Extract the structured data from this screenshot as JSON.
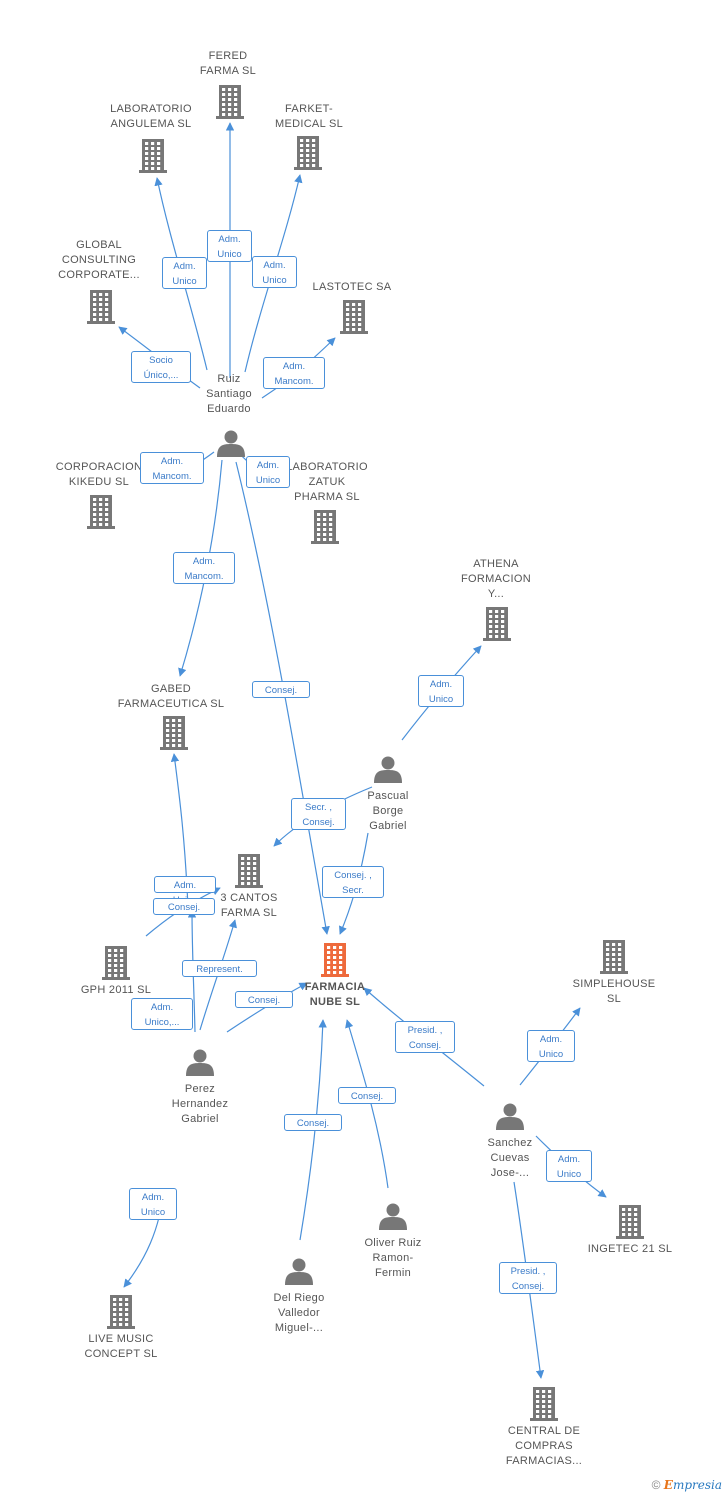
{
  "colors": {
    "edge": "#4a90d9",
    "company": "#777777",
    "main_company": "#ee6a3c",
    "person": "#777777"
  },
  "footer": {
    "copyright": "©",
    "brand_initial": "E",
    "brand_rest": "mpresia"
  },
  "nodes": [
    {
      "id": "fered",
      "type": "company",
      "label": "FERED\nFARMA SL"
    },
    {
      "id": "angulema",
      "type": "company",
      "label": "LABORATORIO\nANGULEMA SL"
    },
    {
      "id": "farket",
      "type": "company",
      "label": "FARKET-\nMEDICAL SL"
    },
    {
      "id": "global",
      "type": "company",
      "label": "GLOBAL\nCONSULTING\nCORPORATE..."
    },
    {
      "id": "lastotec",
      "type": "company",
      "label": "LASTOTEC SA"
    },
    {
      "id": "ruiz",
      "type": "person",
      "label": "Ruiz\nSantiago\nEduardo"
    },
    {
      "id": "kikedu",
      "type": "company",
      "label": "CORPORACION\nKIKEDU SL"
    },
    {
      "id": "zatuk",
      "type": "company",
      "label": "LABORATORIO\nZATUK\nPHARMA SL"
    },
    {
      "id": "athena",
      "type": "company",
      "label": "ATHENA\nFORMACION\nY..."
    },
    {
      "id": "gabed",
      "type": "company",
      "label": "GABED\nFARMACEUTICA SL"
    },
    {
      "id": "pascual",
      "type": "person",
      "label": "Pascual\nBorge\nGabriel"
    },
    {
      "id": "cantos",
      "type": "company",
      "label": "3 CANTOS\nFARMA SL"
    },
    {
      "id": "gph",
      "type": "company",
      "label": "GPH 2011 SL"
    },
    {
      "id": "farmacia",
      "type": "main",
      "label": "FARMACIA\nNUBE SL"
    },
    {
      "id": "simplehouse",
      "type": "company",
      "label": "SIMPLEHOUSE\nSL"
    },
    {
      "id": "perez",
      "type": "person",
      "label": "Perez\nHernandez\nGabriel"
    },
    {
      "id": "sanchez",
      "type": "person",
      "label": "Sanchez\nCuevas\nJose-..."
    },
    {
      "id": "ingetec",
      "type": "company",
      "label": "INGETEC 21 SL"
    },
    {
      "id": "oliver",
      "type": "person",
      "label": "Oliver Ruiz\nRamon-\nFermin"
    },
    {
      "id": "delriego",
      "type": "person",
      "label": "Del Riego\nValledor\nMiguel-..."
    },
    {
      "id": "livemusic",
      "type": "company",
      "label": "LIVE MUSIC\nCONCEPT SL"
    },
    {
      "id": "central",
      "type": "company",
      "label": "CENTRAL DE\nCOMPRAS\nFARMACIAS..."
    }
  ],
  "edges": [
    {
      "id": "e1",
      "label": "Adm.\nUnico"
    },
    {
      "id": "e2",
      "label": "Adm.\nUnico"
    },
    {
      "id": "e3",
      "label": "Adm.\nUnico"
    },
    {
      "id": "e4",
      "label": "Socio\nÚnico,..."
    },
    {
      "id": "e5",
      "label": "Adm.\nMancom."
    },
    {
      "id": "e6",
      "label": "Adm.\nMancom."
    },
    {
      "id": "e7",
      "label": "Adm.\nUnico"
    },
    {
      "id": "e8",
      "label": "Adm.\nMancom."
    },
    {
      "id": "e9",
      "label": "Consej."
    },
    {
      "id": "e10",
      "label": "Adm.\nUnico"
    },
    {
      "id": "e11",
      "label": "Secr. ,\nConsej."
    },
    {
      "id": "e12",
      "label": "Consej. ,\nSecr."
    },
    {
      "id": "e13",
      "label": "Adm.\nUnico"
    },
    {
      "id": "e14",
      "label": "Consej."
    },
    {
      "id": "e15",
      "label": "Represent."
    },
    {
      "id": "e16",
      "label": "Adm.\nUnico,..."
    },
    {
      "id": "e17",
      "label": "Consej."
    },
    {
      "id": "e18",
      "label": "Presid. ,\nConsej."
    },
    {
      "id": "e19",
      "label": "Adm.\nUnico"
    },
    {
      "id": "e20",
      "label": "Adm.\nUnico"
    },
    {
      "id": "e21",
      "label": "Consej."
    },
    {
      "id": "e22",
      "label": "Consej."
    },
    {
      "id": "e23",
      "label": "Adm.\nUnico"
    },
    {
      "id": "e24",
      "label": "Presid. ,\nConsej."
    }
  ]
}
